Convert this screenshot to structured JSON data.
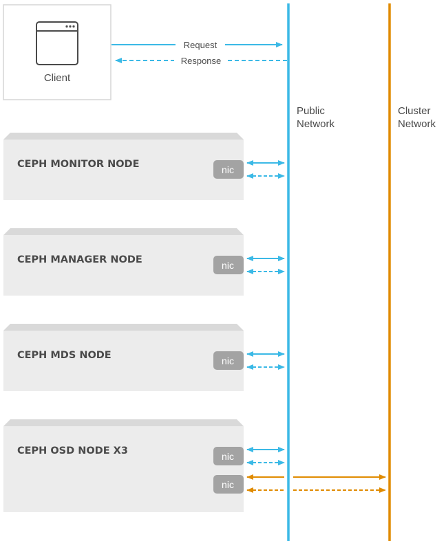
{
  "client": {
    "label": "Client",
    "icon": "application-window-icon"
  },
  "arrows": {
    "request": "Request",
    "response": "Response"
  },
  "networks": {
    "public": {
      "line1": "Public",
      "line2": "Network",
      "color": "#3bb9e6"
    },
    "cluster": {
      "line1": "Cluster",
      "line2": "Network",
      "color": "#e08b00"
    }
  },
  "nodes": [
    {
      "title": "CEPH MONITOR NODE",
      "nic": "nic"
    },
    {
      "title": "CEPH MANAGER NODE",
      "nic": "nic"
    },
    {
      "title": "CEPH MDS NODE",
      "nic": "nic"
    },
    {
      "title": "CEPH OSD NODE X3",
      "nic": "nic",
      "nic2": "nic"
    }
  ],
  "colors": {
    "node_fill": "#ececec",
    "node_top": "#d9d9d9",
    "nic_fill": "#a3a3a3",
    "text": "#4a4a4a"
  }
}
